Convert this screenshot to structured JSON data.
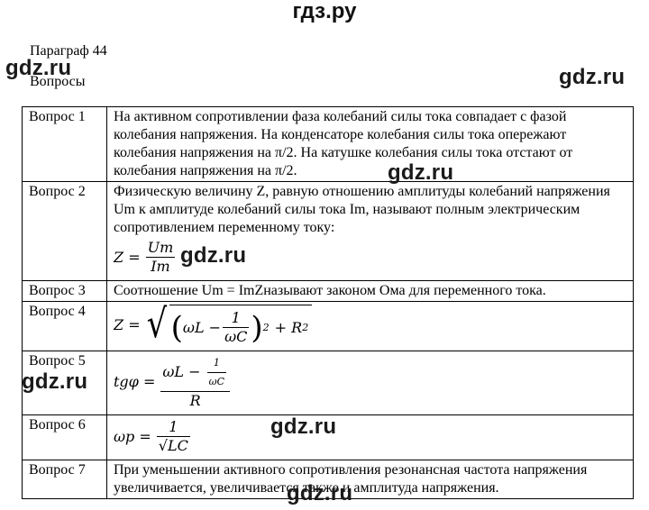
{
  "site": {
    "title": "гдз.ру"
  },
  "watermark": "gdz.ru",
  "header": {
    "paragraph": "Параграф 44",
    "section": "Вопросы"
  },
  "questions": [
    {
      "label": "Вопрос 1",
      "text": "На активном сопротивлении фаза колебаний силы тока совпадает с фазой колебания напряжения. На конденсаторе колебания силы тока опережают колебания напряжения на π/2. На катушке колебания силы тока отстают от колебания напряжения на π/2."
    },
    {
      "label": "Вопрос 2",
      "text": "Физическую величину Z, равную отношению амплитуды колебаний напряжения Um к амплитуде колебаний силы тока Im, называют полным электрическим сопротивлением переменному току:",
      "formula": {
        "lhs": "Z =",
        "num": "Um",
        "den": "Im"
      }
    },
    {
      "label": "Вопрос 3",
      "text": "Соотношение Um = ImZназывают законом Ома для переменного тока."
    },
    {
      "label": "Вопрос 4",
      "formula": {
        "lhs": "Z =",
        "term": "ωL −",
        "num": "1",
        "den": "ωC",
        "exp": "2",
        "tail": "+ R",
        "tail_exp": "2"
      }
    },
    {
      "label": "Вопрос 5",
      "formula": {
        "lhs": "tgφ =",
        "num_main": "ωL −",
        "inner_num": "1",
        "inner_den": "ωC",
        "den": "R"
      }
    },
    {
      "label": "Вопрос 6",
      "formula": {
        "lhs": "ωр =",
        "num": "1",
        "den": "√LC"
      }
    },
    {
      "label": "Вопрос 7",
      "text": "При уменьшении активного сопротивления резонансная частота напряжения увеличивается, увеличивается также и амплитуда напряжения."
    }
  ]
}
